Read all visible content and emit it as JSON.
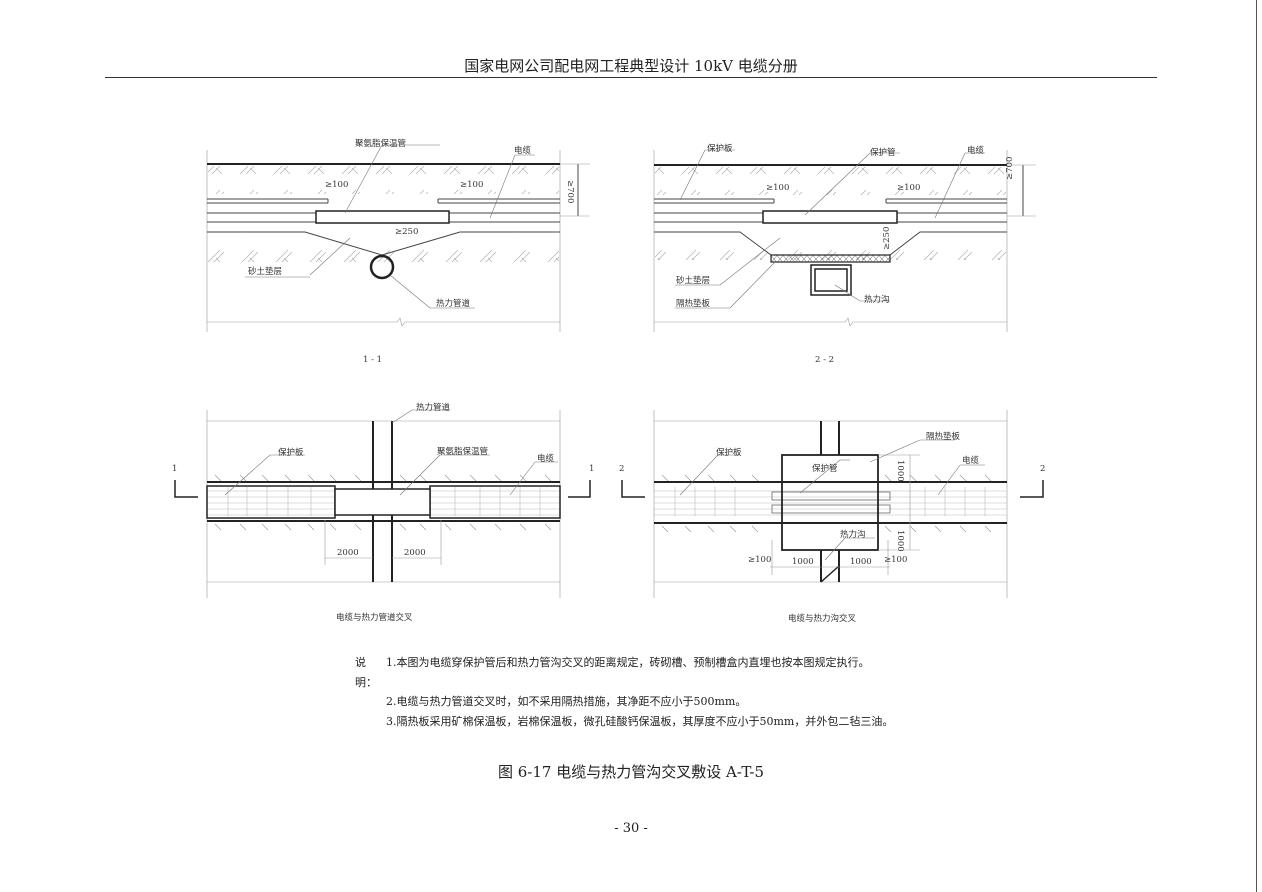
{
  "header": {
    "title": "国家电网公司配电网工程典型设计    10kV 电缆分册"
  },
  "section_1_1": {
    "title": "1 - 1",
    "insulation_pipe": "聚氨脂保温管",
    "cable": "电缆",
    "gap_left": "≥100",
    "gap_right": "≥100",
    "depth": "≥700",
    "clearance": "≥250",
    "sand_layer": "砂土垫层",
    "heat_pipe": "热力管道"
  },
  "section_2_2": {
    "title": "2 - 2",
    "protection_plate": "保护板",
    "protection_pipe": "保护管",
    "cable": "电缆",
    "gap_left": "≥100",
    "gap_right": "≥100",
    "depth": "≥700",
    "clearance": "≥250",
    "sand_layer": "砂土垫层",
    "insulation_board": "隔热垫板",
    "heat_trench": "热力沟"
  },
  "plan_pipe": {
    "caption": "电缆与热力管道交叉",
    "heat_pipe": "热力管道",
    "protection_plate": "保护板",
    "insulation_pipe": "聚氨脂保温管",
    "cable": "电缆",
    "section_mark": "1",
    "dim_left": "2000",
    "dim_right": "2000"
  },
  "plan_trench": {
    "caption": "电缆与热力沟交叉",
    "protection_plate": "保护板",
    "protection_pipe": "保护管",
    "insulation_board": "隔热垫板",
    "cable": "电缆",
    "heat_trench": "热力沟",
    "section_mark": "2",
    "dim_top": "1000",
    "dim_bottom": "1000",
    "dim_gap_left": "≥100",
    "dim_left": "1000",
    "dim_right": "1000",
    "dim_gap_right": "≥100"
  },
  "notes": {
    "label": "说明：",
    "items": [
      "1.本图为电缆穿保护管后和热力管沟交叉的距离规定，砖砌槽、预制槽盒内直埋也按本图规定执行。",
      "2.电缆与热力管道交叉时，如不采用隔热措施，其净距不应小于500mm。",
      "3.隔热板采用矿棉保温板，岩棉保温板，微孔硅酸钙保温板，其厚度不应小于50mm，并外包二毡三油。"
    ]
  },
  "figure_caption": "图 6-17  电缆与热力管沟交叉敷设 A-T-5",
  "page_number": "- 30 -"
}
